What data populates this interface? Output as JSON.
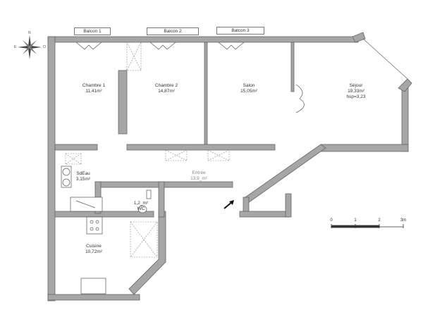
{
  "plan": {
    "balconies": [
      {
        "label": "Balcon 1"
      },
      {
        "label": "Balcon 2"
      },
      {
        "label": "Balcon 3"
      }
    ],
    "rooms": [
      {
        "name": "Chambre 1",
        "area": "11,41m²"
      },
      {
        "name": "Chambre 2",
        "area": "14,87m²"
      },
      {
        "name": "Salon",
        "area": "15,05m²"
      },
      {
        "name": "Séjour",
        "area": "19,33m²",
        "extra": "hsp=3,23"
      },
      {
        "name": "SdEau",
        "area": "3,15m²"
      },
      {
        "name": "Entrée",
        "area": "13,9_m²"
      },
      {
        "name": "WC",
        "area": "1,2_m²"
      },
      {
        "name": "Cuisine",
        "area": "10,72m²"
      }
    ],
    "scale": {
      "ticks": [
        "0",
        "1",
        "2",
        "3m"
      ]
    },
    "compass": {
      "north": "N",
      "east": "E",
      "west": "O"
    },
    "colors": {
      "wall": "#a0a0a0",
      "wall_outline": "#666666",
      "floor": "#ffffff",
      "text": "#333333"
    }
  }
}
